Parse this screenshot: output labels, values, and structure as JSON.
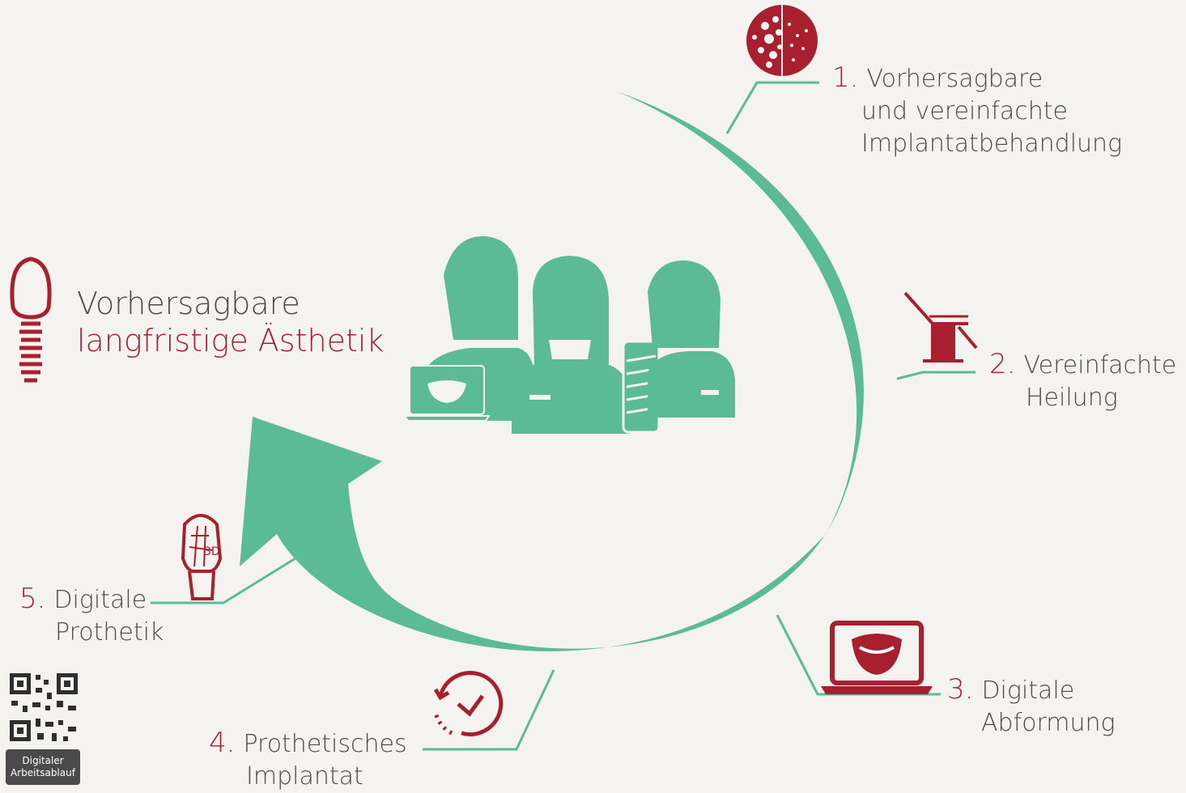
{
  "headline": {
    "line1": "Vorhersagbare",
    "line2": "langfristige Ästhetik"
  },
  "steps": [
    {
      "number": "1.",
      "line1": "Vorhersagbare",
      "line2": "und vereinfachte",
      "line3": "Implantatbehandlung",
      "icon": "bone-structure-icon"
    },
    {
      "number": "2.",
      "line1": "Vereinfachte",
      "line2": "Heilung",
      "icon": "dental-chair-icon"
    },
    {
      "number": "3.",
      "line1": "Digitale",
      "line2": "Abformung",
      "icon": "laptop-dentures-icon"
    },
    {
      "number": "4.",
      "line1": "Prothetisches",
      "line2": "Implantat",
      "icon": "clock-check-icon"
    },
    {
      "number": "5.",
      "line1": "Digitale",
      "line2": "Prothetik",
      "icon": "3d-crown-icon"
    }
  ],
  "crown_badge": "3D",
  "qr": {
    "label_line1": "Digitaler",
    "label_line2": "Arbeitsablauf"
  },
  "colors": {
    "accent_red": "#a8202f",
    "green": "#5bbb96",
    "text": "#4a4a4a",
    "background": "#f5f3ef"
  }
}
